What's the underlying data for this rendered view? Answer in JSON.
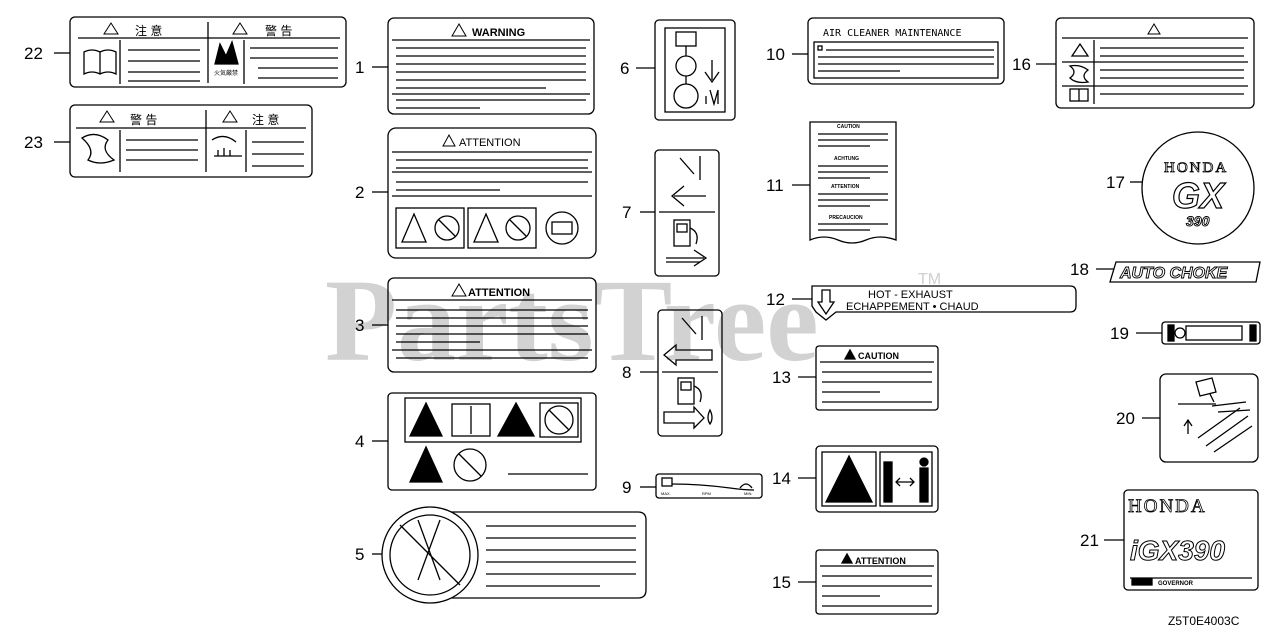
{
  "diagram_code": "Z5T0E4003C",
  "watermark": {
    "text": "PartsTree",
    "tm": "TM"
  },
  "callouts": {
    "c1": "1",
    "c2": "2",
    "c3": "3",
    "c4": "4",
    "c5": "5",
    "c6": "6",
    "c7": "7",
    "c8": "8",
    "c9": "9",
    "c10": "10",
    "c11": "11",
    "c12": "12",
    "c13": "13",
    "c14": "14",
    "c15": "15",
    "c16": "16",
    "c17": "17",
    "c18": "18",
    "c19": "19",
    "c20": "20",
    "c21": "21",
    "c22": "22",
    "c23": "23"
  },
  "labels": {
    "l1_title": "WARNING",
    "l2_title": "ATTENTION",
    "l3_title": "ATTENTION",
    "l10_title": "AIR CLEANER MAINTENANCE",
    "l11_lines": [
      "CAUTION",
      "ACHTUNG",
      "ATTENTION",
      "PRECAUCION"
    ],
    "l12_line1": "HOT - EXHAUST",
    "l12_line2": "ECHAPPEMENT • CHAUD",
    "l13_title": "CAUTION",
    "l15_title": "ATTENTION",
    "l17_brand": "HONDA",
    "l17_model": "GX",
    "l17_size": "390",
    "l18_text": "AUTO CHOKE",
    "l21_brand": "HONDA",
    "l21_model": "iGX390",
    "l21_governor": "GOVERNOR",
    "l22_head_left": "注 意",
    "l22_head_right": "警 告",
    "l22_fire": "火気厳禁",
    "l23_head_left": "警 告",
    "l23_head_right": "注 意",
    "l9_marks": [
      "MAX.",
      "RPM",
      "MIN."
    ]
  }
}
